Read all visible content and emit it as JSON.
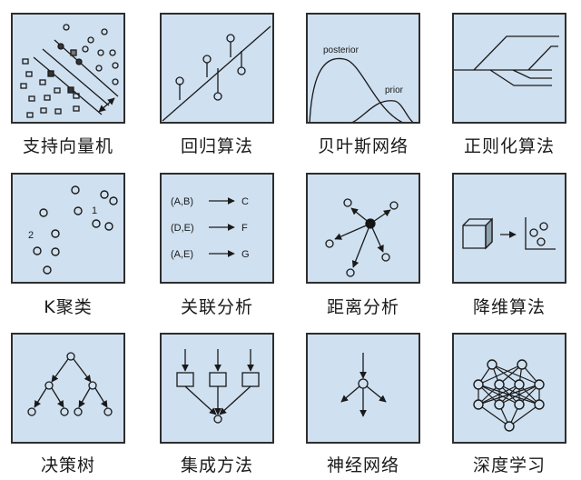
{
  "colors": {
    "tile_bg": "#cfe0f0",
    "tile_border": "#2e2e2e",
    "stroke": "#1a1a1a",
    "background": "#ffffff"
  },
  "tiles": [
    {
      "label": "支持向量机",
      "icon": "svm-diagram"
    },
    {
      "label": "回归算法",
      "icon": "regression-diagram"
    },
    {
      "label": "贝叶斯网络",
      "icon": "bayesian-diagram",
      "texts": {
        "posterior": "posterior",
        "prior": "prior"
      }
    },
    {
      "label": "正则化算法",
      "icon": "regularization-diagram"
    },
    {
      "label": "K聚类",
      "icon": "kmeans-diagram",
      "texts": {
        "cluster1": "1",
        "cluster2": "2"
      }
    },
    {
      "label": "关联分析",
      "icon": "association-diagram",
      "rules": [
        {
          "lhs": "(A,B)",
          "rhs": "C"
        },
        {
          "lhs": "(D,E)",
          "rhs": "F"
        },
        {
          "lhs": "(A,E)",
          "rhs": "G"
        }
      ]
    },
    {
      "label": "距离分析",
      "icon": "distance-diagram"
    },
    {
      "label": "降维算法",
      "icon": "dimensionality-reduction-diagram"
    },
    {
      "label": "决策树",
      "icon": "decision-tree-diagram"
    },
    {
      "label": "集成方法",
      "icon": "ensemble-diagram"
    },
    {
      "label": "神经网络",
      "icon": "neural-network-diagram"
    },
    {
      "label": "深度学习",
      "icon": "deep-learning-diagram"
    }
  ]
}
